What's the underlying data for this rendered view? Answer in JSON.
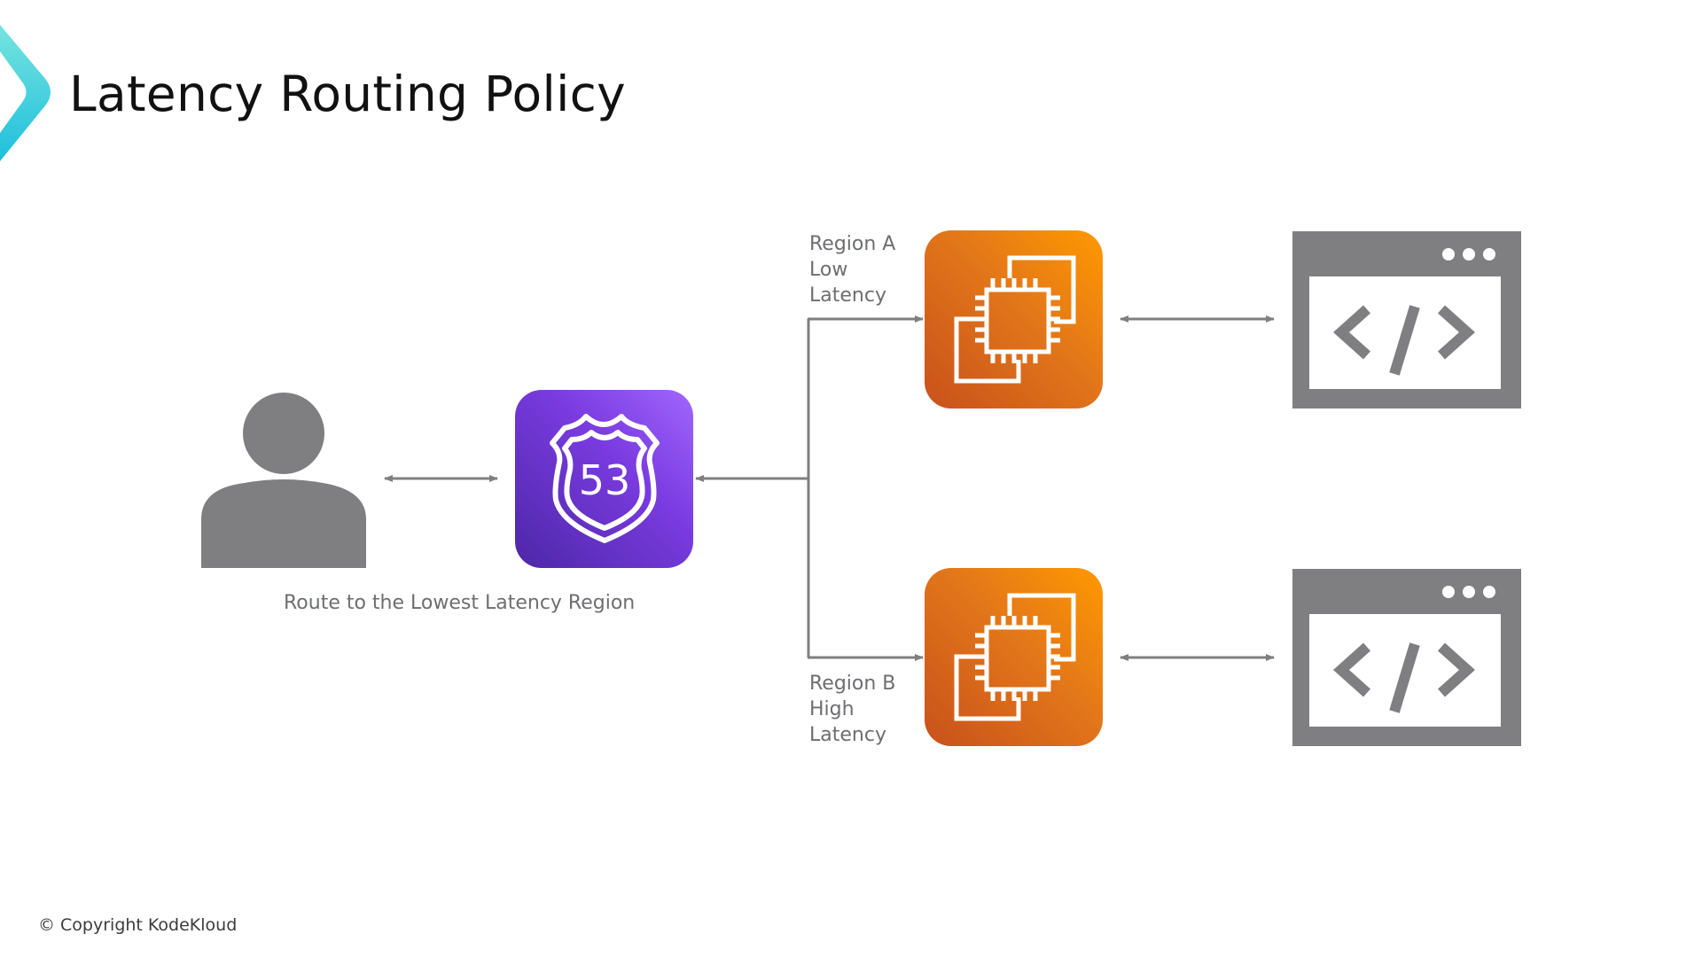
{
  "slide": {
    "title": "Latency Routing Policy",
    "brand_color": "#2ec4d8",
    "footer": "© Copyright KodeKloud"
  },
  "diagram": {
    "user": {
      "name": "User",
      "icon": "user-icon"
    },
    "dns": {
      "name": "Route 53",
      "icon": "route53-shield-icon",
      "badge": "53",
      "color": "#7a3be0"
    },
    "caption": "Route to the Lowest Latency Region",
    "regions": [
      {
        "label": "Region A\nLow\nLatency",
        "compute_icon": "ec2-icon",
        "app_icon": "web-application-icon",
        "color": "#e2761a"
      },
      {
        "label": "Region B\nHigh\nLatency",
        "compute_icon": "ec2-icon",
        "app_icon": "web-application-icon",
        "color": "#e2761a"
      }
    ],
    "connector_color": "#7f7f80"
  }
}
